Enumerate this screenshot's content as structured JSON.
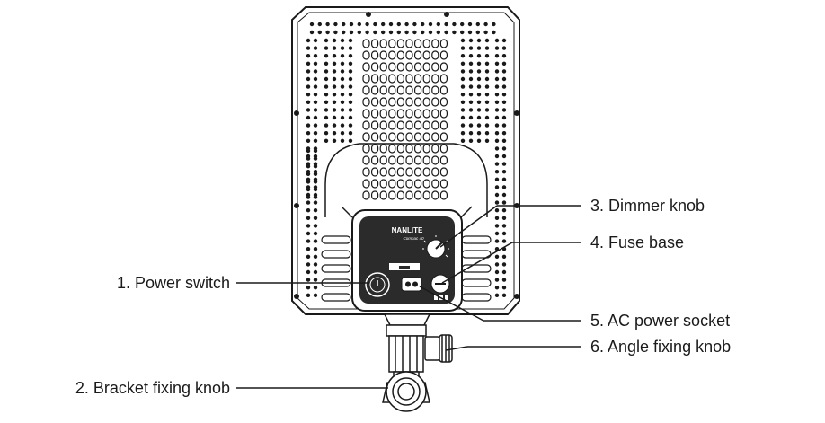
{
  "device": {
    "brand": "NANLITE",
    "model": "Compac 40"
  },
  "callouts": [
    {
      "id": "dimmer-knob",
      "label": "3. Dimmer knob"
    },
    {
      "id": "fuse-base",
      "label": "4. Fuse base"
    },
    {
      "id": "power-switch",
      "label": "1. Power switch"
    },
    {
      "id": "ac-power-socket",
      "label": "5. AC power socket"
    },
    {
      "id": "angle-fixing-knob",
      "label": "6. Angle fixing knob"
    },
    {
      "id": "bracket-fixing-knob",
      "label": "2. Bracket fixing knob"
    }
  ],
  "colors": {
    "line": "#1a1a1a",
    "panel": "#2b2b2b",
    "background": "#ffffff"
  }
}
